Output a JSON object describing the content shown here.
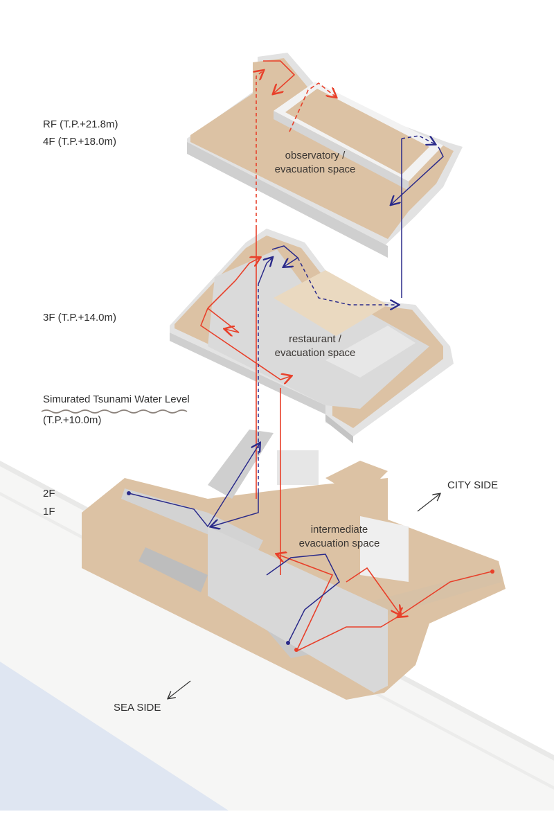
{
  "diagram": {
    "floor_levels": [
      {
        "id": "rf",
        "label": "RF (T.P.+21.8m)"
      },
      {
        "id": "4f",
        "label": "4F (T.P.+18.0m)"
      },
      {
        "id": "3f",
        "label": "3F (T.P.+14.0m)"
      },
      {
        "id": "2f",
        "label": "2F"
      },
      {
        "id": "1f",
        "label": "1F"
      }
    ],
    "tsunami": {
      "title": "Simurated Tsunami Water Level",
      "level": "(T.P.+10.0m)"
    },
    "spaces": [
      {
        "id": "observatory",
        "line1": "observatory /",
        "line2": "evacuation space"
      },
      {
        "id": "restaurant",
        "line1": "restaurant /",
        "line2": "evacuation space"
      },
      {
        "id": "intermediate",
        "line1": "intermediate",
        "line2": "evacuation space"
      }
    ],
    "orientation": {
      "city": "CITY SIDE",
      "sea": "SEA SIDE"
    },
    "colors": {
      "floor": "#dcc2a4",
      "floor_edge": "#c9c9c9",
      "wall": "#e6e6e6",
      "route_red": "#e8402a",
      "route_blue": "#2a2a8a",
      "sea": "#dfe6f2",
      "shore": "#f5f5f4",
      "wave": "#8a817a"
    },
    "legend_routes": [
      {
        "name": "red-evacuation-route",
        "color": "#e8402a"
      },
      {
        "name": "blue-evacuation-route",
        "color": "#2a2a8a"
      }
    ]
  }
}
